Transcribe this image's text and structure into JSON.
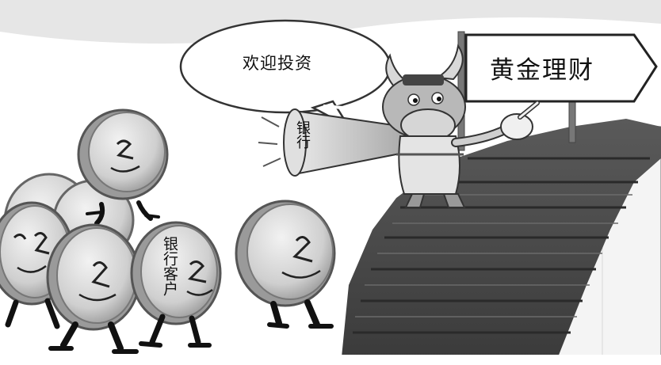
{
  "speech_bubble": {
    "text": "欢迎投资"
  },
  "signpost": {
    "text": "黄金理财"
  },
  "megaphone": {
    "text": "银行"
  },
  "coin_sign": {
    "text": "银行客户"
  },
  "colors": {
    "stairs": "#4a4a4a",
    "coin_face": "#d4d4d4",
    "coin_rim": "#8a8a8a",
    "background": "#ffffff"
  }
}
